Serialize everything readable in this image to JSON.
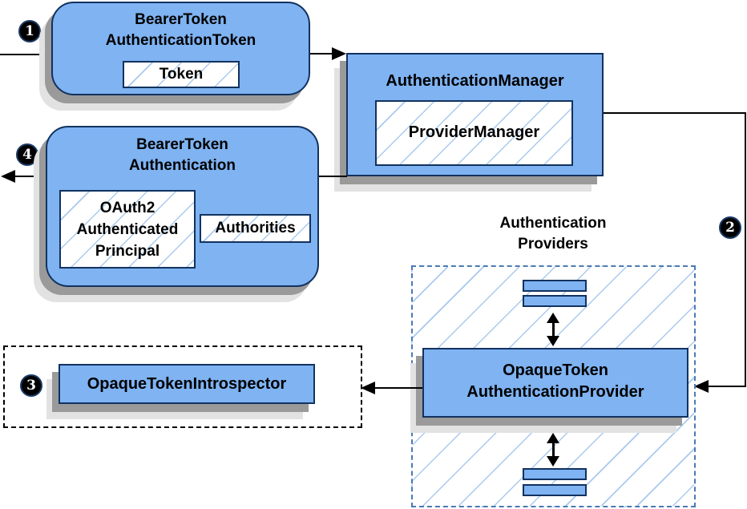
{
  "colors": {
    "node_fill": "#7fb3f2",
    "node_border": "#12325f",
    "hatch_line": "#a9c9ef",
    "providers_dash_border": "#4a7ab5",
    "arrow": "#000000",
    "shadow_dark": "#9a9a9a",
    "shadow_light": "#e2e2e2",
    "badge_bg": "#000000",
    "badge_text": "#ffffff"
  },
  "badges": {
    "step1": "1",
    "step2": "2",
    "step3": "3",
    "step4": "4"
  },
  "nodes": {
    "bearer_token_authentication_token": {
      "line1": "BearerToken",
      "line2": "AuthenticationToken"
    },
    "token": {
      "label": "Token"
    },
    "authentication_manager": {
      "label": "AuthenticationManager"
    },
    "provider_manager": {
      "label": "ProviderManager"
    },
    "bearer_token_authentication": {
      "line1": "BearerToken",
      "line2": "Authentication"
    },
    "oauth2_authenticated_principal": {
      "line1": "OAuth2",
      "line2": "Authenticated",
      "line3": "Principal"
    },
    "authorities": {
      "label": "Authorities"
    },
    "authentication_providers_label": {
      "line1": "Authentication",
      "line2": "Providers"
    },
    "opaque_token_authentication_provider": {
      "line1": "OpaqueToken",
      "line2": "AuthenticationProvider"
    },
    "opaque_token_introspector": {
      "label": "OpaqueTokenIntrospector"
    }
  }
}
